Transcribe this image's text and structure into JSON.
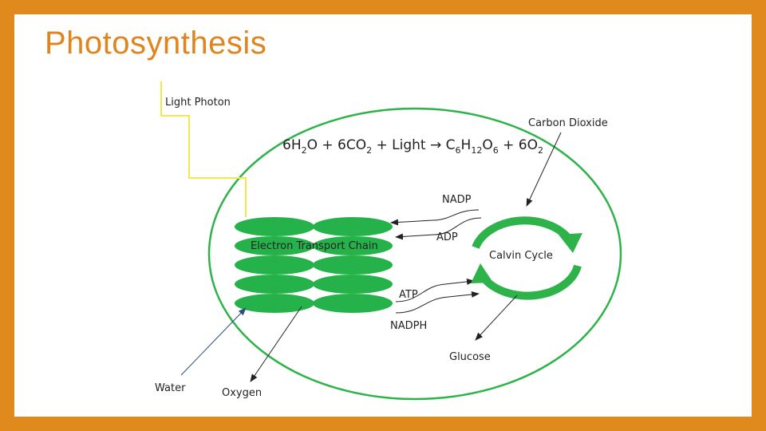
{
  "slide": {
    "title": "Photosynthesis",
    "colors": {
      "frame": "#e08a1e",
      "title": "#e0841e",
      "chloroplast": "#2eb34a",
      "thylakoid": "#26b24a",
      "calvin_arrows": "#2eb34a",
      "light_path": "#f2e84a",
      "water_arrow": "#2d4f7c"
    }
  },
  "diagram": {
    "light_photon": "Light Photon",
    "carbon_dioxide": "Carbon Dioxide",
    "equation": {
      "p1": "6H",
      "p1_sub": "2",
      "p2": "O + 6CO",
      "p2_sub": "2",
      "p3": " + Light ",
      "arrow": "→",
      "p4": " C",
      "p4_sub": "6",
      "p5": "H",
      "p5_sub": "12",
      "p6": "O",
      "p6_sub": "6",
      "p7": " + 6O",
      "p7_sub": "2"
    },
    "nadp": "NADP",
    "adp": "ADP",
    "atp": "ATP",
    "nadph": "NADPH",
    "electron_transport_chain": "Electron Transport Chain",
    "calvin_cycle": "Calvin Cycle",
    "glucose": "Glucose",
    "water": "Water",
    "oxygen": "Oxygen"
  }
}
